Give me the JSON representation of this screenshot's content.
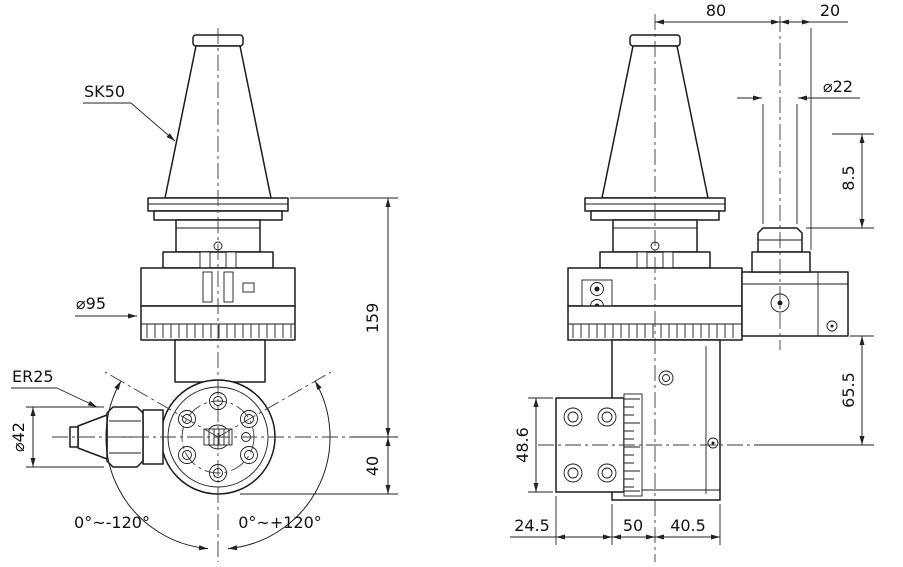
{
  "figure": {
    "front": {
      "taper_label": "SK50",
      "body_diameter": "⌀95",
      "collet_label": "ER25",
      "collet_diameter": "⌀42",
      "dim_height": "159",
      "dim_nose": "40",
      "swivel_negative": "0°~-120°",
      "swivel_positive": "0°~+120°"
    },
    "side": {
      "dim_80": "80",
      "dim_20": "20",
      "spindle_diameter": "⌀22",
      "dim_8_5": "8.5",
      "dim_65_5": "65.5",
      "dim_48_6": "48.6",
      "dim_24_5": "24.5",
      "dim_50": "50",
      "dim_40_5": "40.5"
    }
  }
}
